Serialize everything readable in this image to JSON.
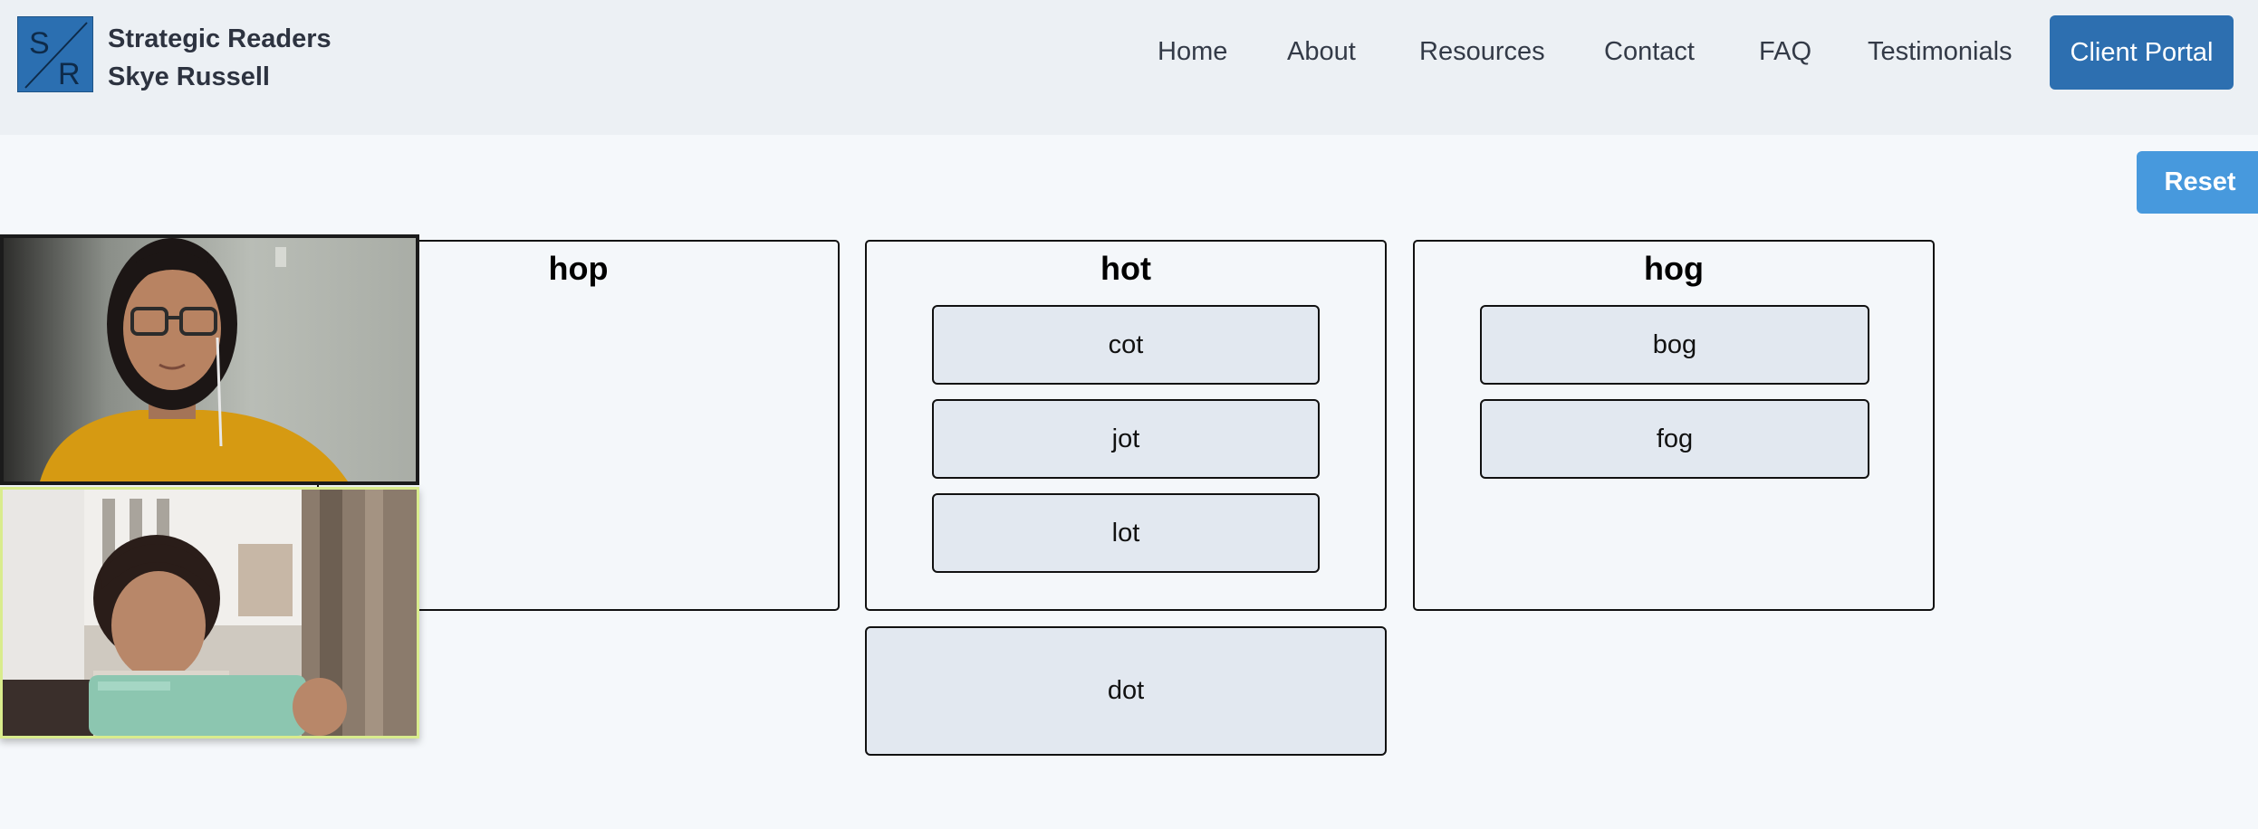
{
  "header": {
    "brand_line1": "Strategic Readers",
    "brand_line2": "Skye Russell",
    "logo_letters": [
      "S",
      "R"
    ],
    "nav": [
      "Home",
      "About",
      "Resources",
      "Contact",
      "FAQ",
      "Testimonials"
    ],
    "portal_label": "Client Portal"
  },
  "reset_label": "Reset",
  "bins": [
    {
      "title": "hop",
      "cards": []
    },
    {
      "title": "hot",
      "cards": [
        "cot",
        "jot",
        "lot"
      ]
    },
    {
      "title": "hog",
      "cards": [
        "bog",
        "fog"
      ]
    }
  ],
  "unsorted_card": "dot",
  "colors": {
    "header_bg": "#ecf0f4",
    "page_bg": "#f5f8fb",
    "primary": "#2d6fb0",
    "reset": "#4799dd",
    "card_bg": "#e2e8f0",
    "active_speaker_border": "#d9ec8d"
  },
  "video_tiles": [
    {
      "name": "teacher-video",
      "active": false
    },
    {
      "name": "student-video",
      "active": true
    }
  ]
}
